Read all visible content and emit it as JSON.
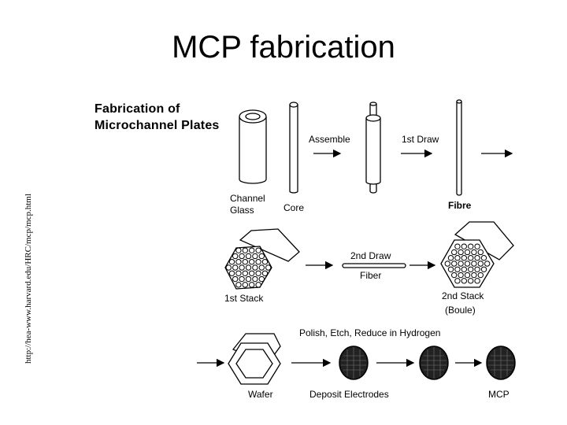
{
  "slide": {
    "title": "MCP fabrication",
    "source_url": "http://hea-www.harvard.edu/HRC/mcp/mcp.html"
  },
  "diagram": {
    "title_line1": "Fabrication of",
    "title_line2": "Microchannel Plates",
    "labels": {
      "channel_glass_line1": "Channel",
      "channel_glass_line2": "Glass",
      "core": "Core",
      "assemble": "Assemble",
      "first_draw": "1st Draw",
      "fibre": "Fibre",
      "first_stack": "1st Stack",
      "second_draw": "2nd Draw",
      "fiber": "Fiber",
      "second_stack": "2nd Stack",
      "boule": "(Boule)",
      "polish_etch": "Polish, Etch, Reduce in Hydrogen",
      "wafer": "Wafer",
      "deposit_electrodes": "Deposit Electrodes",
      "mcp": "MCP"
    }
  }
}
